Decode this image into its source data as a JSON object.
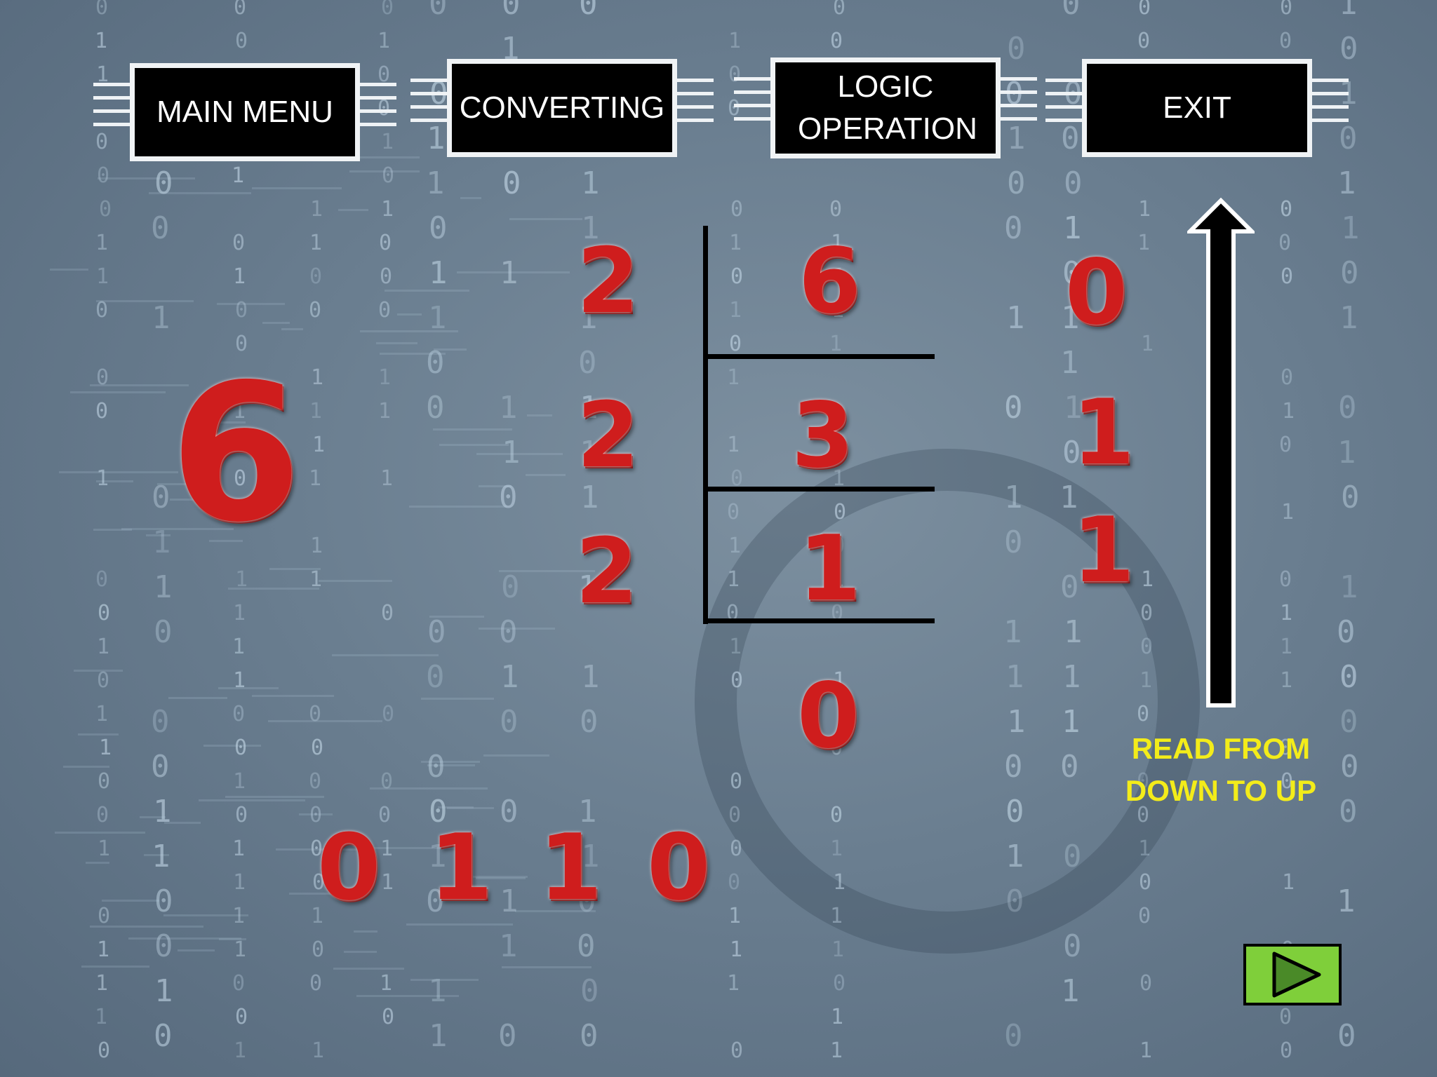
{
  "nav": {
    "main_menu": "MAIN MENU",
    "converting": "CONVERTING",
    "logic_operation": "LOGIC OPERATION",
    "exit": "EXIT"
  },
  "conversion": {
    "decimal": "6",
    "divisors": [
      "2",
      "2",
      "2"
    ],
    "quotients": [
      "6",
      "3",
      "1",
      "0"
    ],
    "remainders": [
      "0",
      "1",
      "1"
    ],
    "binary_digits": [
      "0",
      "1",
      "1",
      "0"
    ]
  },
  "note": {
    "line1": "READ FROM",
    "line2": "DOWN TO UP"
  },
  "icons": {
    "arrow": "up-arrow-icon",
    "next": "play-icon"
  },
  "colors": {
    "accent_red": "#cf1d1d",
    "note_yellow": "#f3ec1a",
    "next_green": "#7fcf3a"
  }
}
